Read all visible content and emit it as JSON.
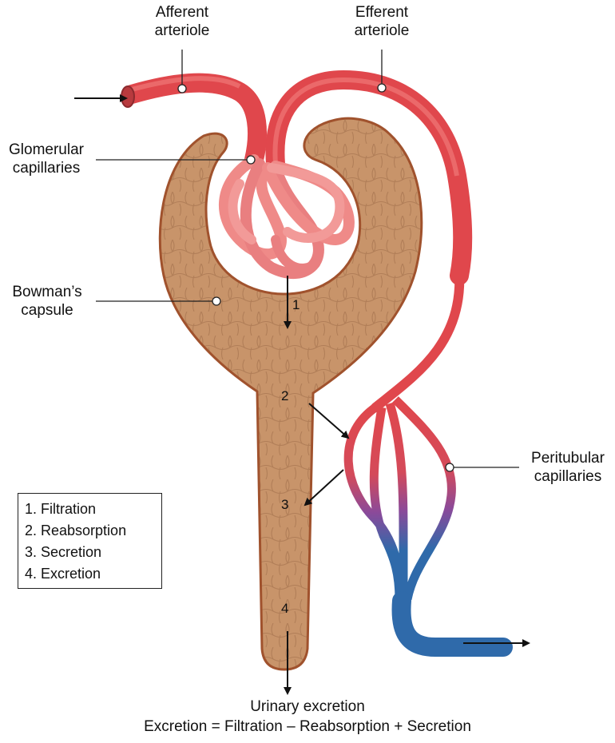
{
  "labels": {
    "afferent": [
      "Afferent",
      "arteriole"
    ],
    "efferent": [
      "Efferent",
      "arteriole"
    ],
    "glomerular": [
      "Glomerular",
      "capillaries"
    ],
    "bowman": [
      "Bowman’s",
      "capsule"
    ],
    "peritubular": [
      "Peritubular",
      "capillaries"
    ]
  },
  "steps": [
    "1",
    "2",
    "3",
    "4"
  ],
  "legend": [
    "1. Filtration",
    "2. Reabsorption",
    "3. Secretion",
    "4. Excretion"
  ],
  "caption": {
    "line1": "Urinary excretion",
    "line2": "Excretion = Filtration – Reabsorption + Secretion"
  },
  "colors": {
    "capsule": "#c8946a",
    "capsule_border": "#a0522d",
    "artery": "#e0474c",
    "glomerulus": "#ef8a88",
    "vein": "#2f6aaa",
    "transition": "#8a4a9a"
  }
}
